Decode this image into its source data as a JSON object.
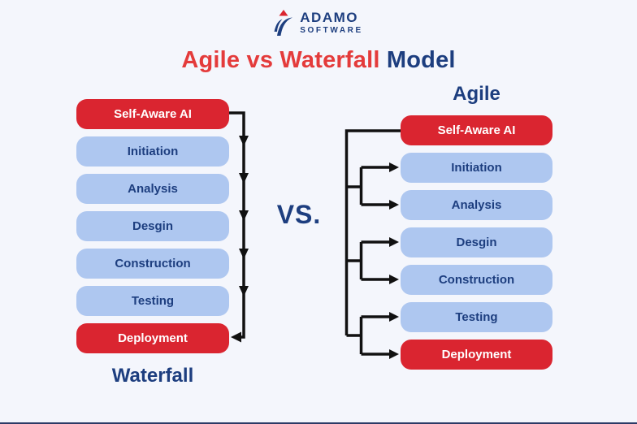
{
  "logo": {
    "brand": "ADAMO",
    "sub_brand": "SOFTWARE",
    "icon": "adamo-swoosh-icon"
  },
  "title": {
    "highlight": "Agile vs Waterfall",
    "rest": " Model"
  },
  "vs_label": "VS.",
  "waterfall": {
    "caption": "Waterfall",
    "phases": [
      {
        "label": "Self-Aware AI",
        "style": "red"
      },
      {
        "label": "Initiation",
        "style": "blue"
      },
      {
        "label": "Analysis",
        "style": "blue"
      },
      {
        "label": "Desgin",
        "style": "blue"
      },
      {
        "label": "Construction",
        "style": "blue"
      },
      {
        "label": "Testing",
        "style": "blue"
      },
      {
        "label": "Deployment",
        "style": "red"
      }
    ]
  },
  "agile": {
    "caption": "Agile",
    "phases": [
      {
        "label": "Self-Aware AI",
        "style": "red"
      },
      {
        "label": "Initiation",
        "style": "blue"
      },
      {
        "label": "Analysis",
        "style": "blue"
      },
      {
        "label": "Desgin",
        "style": "blue"
      },
      {
        "label": "Construction",
        "style": "blue"
      },
      {
        "label": "Testing",
        "style": "blue"
      },
      {
        "label": "Deployment",
        "style": "red"
      }
    ]
  },
  "colors": {
    "background": "#f4f6fc",
    "red": "#da2530",
    "title_red": "#e43b3b",
    "light_blue": "#aec7f0",
    "navy": "#1d3e7f",
    "arrow_black": "#111111",
    "footer_line": "#2c3a66"
  }
}
